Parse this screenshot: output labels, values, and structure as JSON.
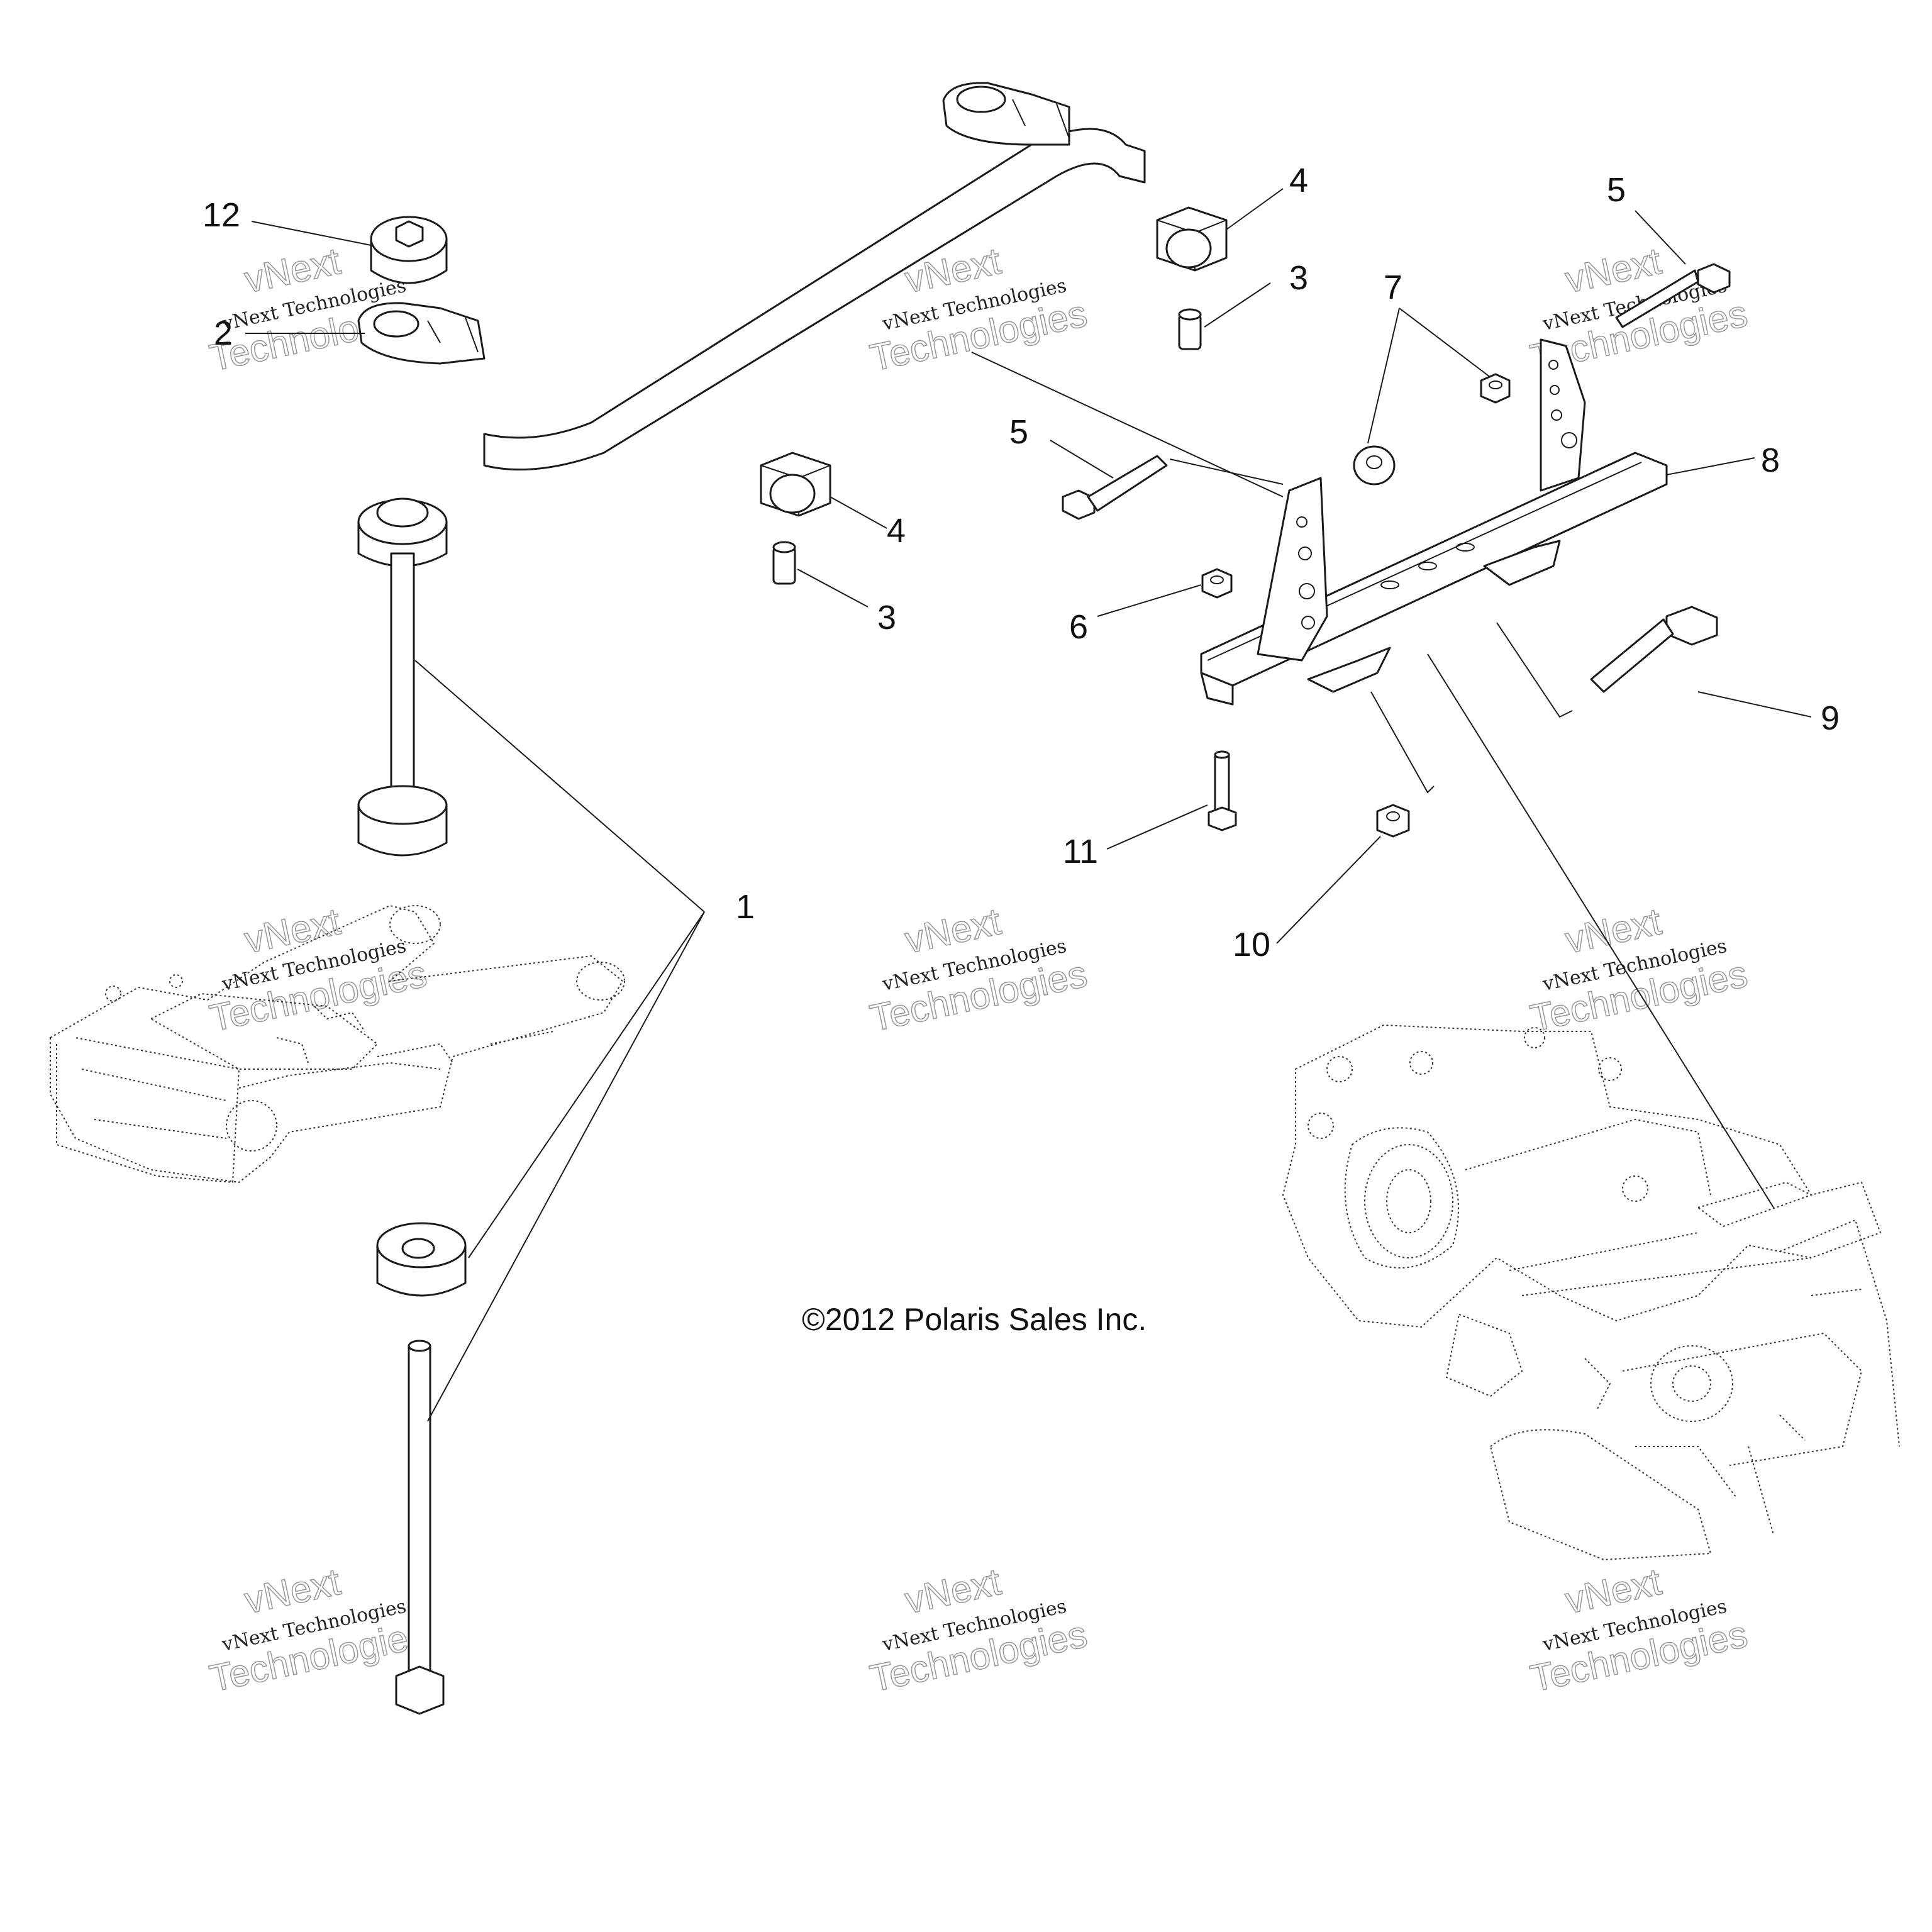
{
  "callouts": {
    "c1": "1",
    "c2": "2",
    "c3a": "3",
    "c3b": "3",
    "c4a": "4",
    "c4b": "4",
    "c5a": "5",
    "c5b": "5",
    "c6": "6",
    "c7": "7",
    "c8": "8",
    "c9": "9",
    "c10": "10",
    "c11": "11",
    "c12": "12"
  },
  "copyright": "©2012 Polaris Sales Inc.",
  "watermark": {
    "line1": "vNext Technologies",
    "line2": "vNext",
    "line3": "Technologies"
  }
}
